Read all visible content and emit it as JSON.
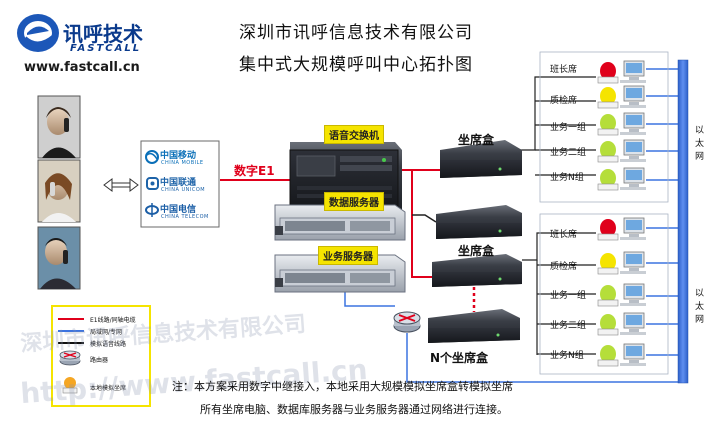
{
  "title": {
    "line1": "深圳市讯呼信息技术有限公司",
    "line2": "集中式大规模呼叫中心拓扑图"
  },
  "logo": {
    "name": "讯呼技术",
    "sub": "FASTCALL",
    "url": "www.fastcall.cn"
  },
  "carriers": [
    {
      "cn": "中国移动",
      "en": "CHINA MOBILE",
      "color": "#0a6fb8"
    },
    {
      "cn": "中国联通",
      "en": "CHINA UNICOM",
      "color": "#1d63a8"
    },
    {
      "cn": "中国电信",
      "en": "CHINA TELECOM",
      "color": "#1b5ea6"
    }
  ],
  "link_label": "数字E1",
  "servers": {
    "voice_switch": "语音交换机",
    "db_server": "数据服务器",
    "biz_server": "业务服务器"
  },
  "seat_boxes": {
    "box1": "坐席盒",
    "box2": "坐席盒",
    "box3": "N个坐席盒"
  },
  "seat_groups": [
    {
      "seats": [
        "班长席",
        "质检席",
        "业务一组",
        "业务二组",
        "业务N组"
      ],
      "network": "以太网"
    },
    {
      "seats": [
        "班长席",
        "质检席",
        "业务一组",
        "业务二组",
        "业务N组"
      ],
      "network": "以太网"
    }
  ],
  "legend": [
    {
      "text": "E1线路/同轴电缆",
      "color": "#e0001b"
    },
    {
      "text": "局域网/专网",
      "color": "#3b73e0"
    },
    {
      "text": "模拟语音线路",
      "color": "#111111"
    },
    {
      "text": "路由器",
      "icon": "router-icon"
    },
    {
      "text": "本地模拟坐席",
      "icon": "phone-icon"
    }
  ],
  "note": {
    "line1": "注：本方案采用数字中继接入，本地采用大规模模拟坐席盒转模拟坐席",
    "line2": "所有坐席电脑、数据库服务器与业务服务器通过网络进行连接。"
  },
  "watermark": {
    "company": "深圳市讯呼信息技术有限公司",
    "url": "http://www.fastcall.cn"
  },
  "colors": {
    "red_line": "#e0001b",
    "blue_line": "#3b73e0",
    "ethernet_bar": "#3d6fd6",
    "tag_yellow": "#f5e400"
  }
}
